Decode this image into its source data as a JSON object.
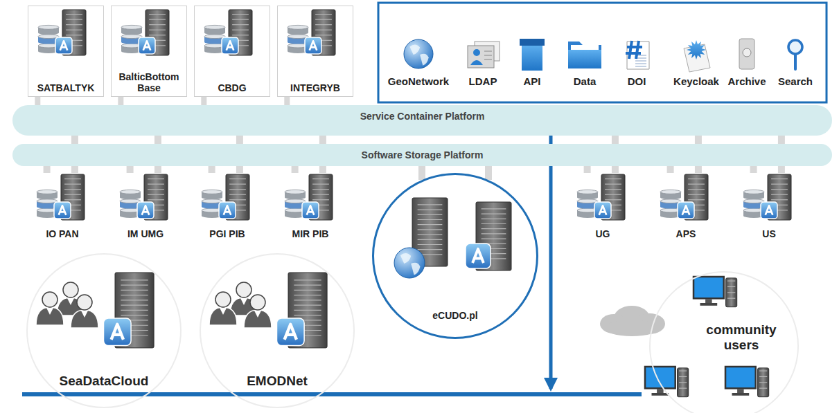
{
  "diagram": {
    "nodes": [
      {
        "text": [
          "SATBALTYK"
        ]
      },
      {
        "text": [
          "BalticBottom Base"
        ]
      },
      {
        "text": [
          "CBDG"
        ]
      },
      {
        "text": [
          "INTEGRYB"
        ]
      },
      {
        "text": [
          "GeoNetwork"
        ]
      },
      {
        "text": [
          "LDAP"
        ]
      },
      {
        "text": [
          "API"
        ]
      },
      {
        "text": [
          "Data"
        ]
      },
      {
        "text": [
          "DOI"
        ]
      },
      {
        "text": [
          "Keycloak"
        ]
      },
      {
        "text": [
          "Archive"
        ]
      },
      {
        "text": [
          "Search"
        ]
      },
      {
        "text": [
          "Service Container Platform"
        ]
      },
      {
        "text": [
          "Software Storage Platform"
        ]
      },
      {
        "text": [
          "IO PAN"
        ]
      },
      {
        "text": [
          "IM UMG"
        ]
      },
      {
        "text": [
          "PGI PIB"
        ]
      },
      {
        "text": [
          "MIR PIB"
        ]
      },
      {
        "text": [
          "eCUDO.pl"
        ]
      },
      {
        "text": [
          "UG"
        ]
      },
      {
        "text": [
          "APS"
        ]
      },
      {
        "text": [
          "US"
        ]
      },
      {
        "text": [
          "SeaDataCloud"
        ]
      },
      {
        "text": [
          "EMODNet"
        ]
      },
      {
        "text": [
          "community users"
        ]
      }
    ],
    "edges": [
      {
        "from": 0,
        "to": 12,
        "arrow": "none"
      },
      {
        "from": 1,
        "to": 12,
        "arrow": "none"
      },
      {
        "from": 2,
        "to": 12,
        "arrow": "none"
      },
      {
        "from": 3,
        "to": 12,
        "arrow": "none"
      },
      {
        "from": 14,
        "to": 13,
        "arrow": "none"
      },
      {
        "from": 14,
        "to": 12,
        "arrow": "none"
      },
      {
        "from": 15,
        "to": 13,
        "arrow": "none"
      },
      {
        "from": 15,
        "to": 12,
        "arrow": "none"
      },
      {
        "from": 16,
        "to": 13,
        "arrow": "none"
      },
      {
        "from": 16,
        "to": 12,
        "arrow": "none"
      },
      {
        "from": 17,
        "to": 13,
        "arrow": "none"
      },
      {
        "from": 17,
        "to": 12,
        "arrow": "none"
      },
      {
        "from": 18,
        "to": 13,
        "arrow": "none"
      },
      {
        "from": 18,
        "to": 13,
        "arrow": "none"
      },
      {
        "from": 19,
        "to": 13,
        "arrow": "none"
      },
      {
        "from": 19,
        "to": 12,
        "arrow": "none"
      },
      {
        "from": 20,
        "to": 13,
        "arrow": "none"
      },
      {
        "from": 20,
        "to": 12,
        "arrow": "none"
      },
      {
        "from": 21,
        "to": 13,
        "arrow": "none"
      },
      {
        "from": 21,
        "to": 12,
        "arrow": "none"
      }
    ]
  }
}
